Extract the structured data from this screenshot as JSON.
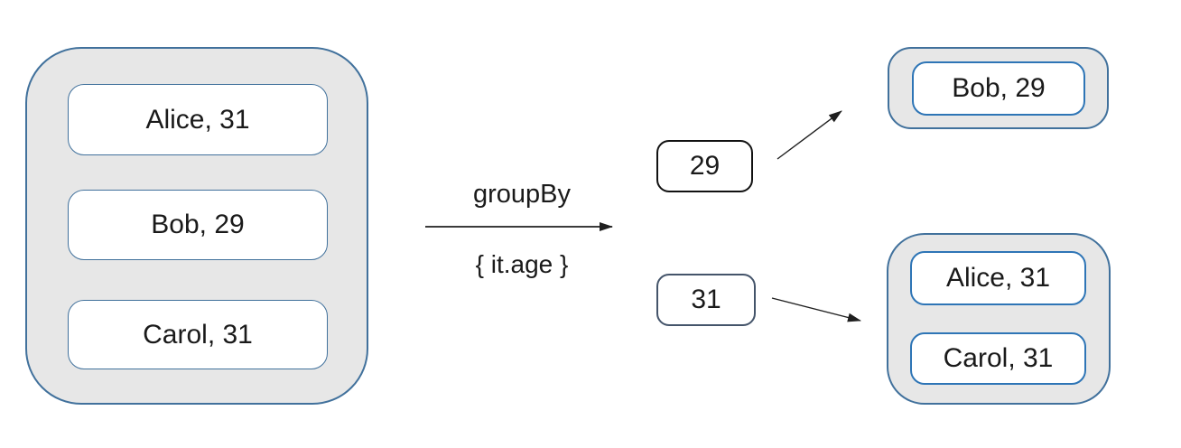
{
  "colors": {
    "canvas_bg": "#ffffff",
    "container_fill": "#e7e7e7",
    "container_border": "#41719c",
    "item_border": "#41719c",
    "group_item_border": "#2e75b6",
    "key29_border": "#111111",
    "key31_border": "#44546a",
    "text": "#1a1a1a",
    "arrow": "#1f1f1f"
  },
  "source": {
    "items": [
      "Alice, 31",
      "Bob, 29",
      "Carol, 31"
    ]
  },
  "operation": {
    "name": "groupBy",
    "lambda": "{ it.age }"
  },
  "result": {
    "groups": [
      {
        "key": "29",
        "items": [
          "Bob, 29"
        ]
      },
      {
        "key": "31",
        "items": [
          "Alice, 31",
          "Carol, 31"
        ]
      }
    ]
  }
}
